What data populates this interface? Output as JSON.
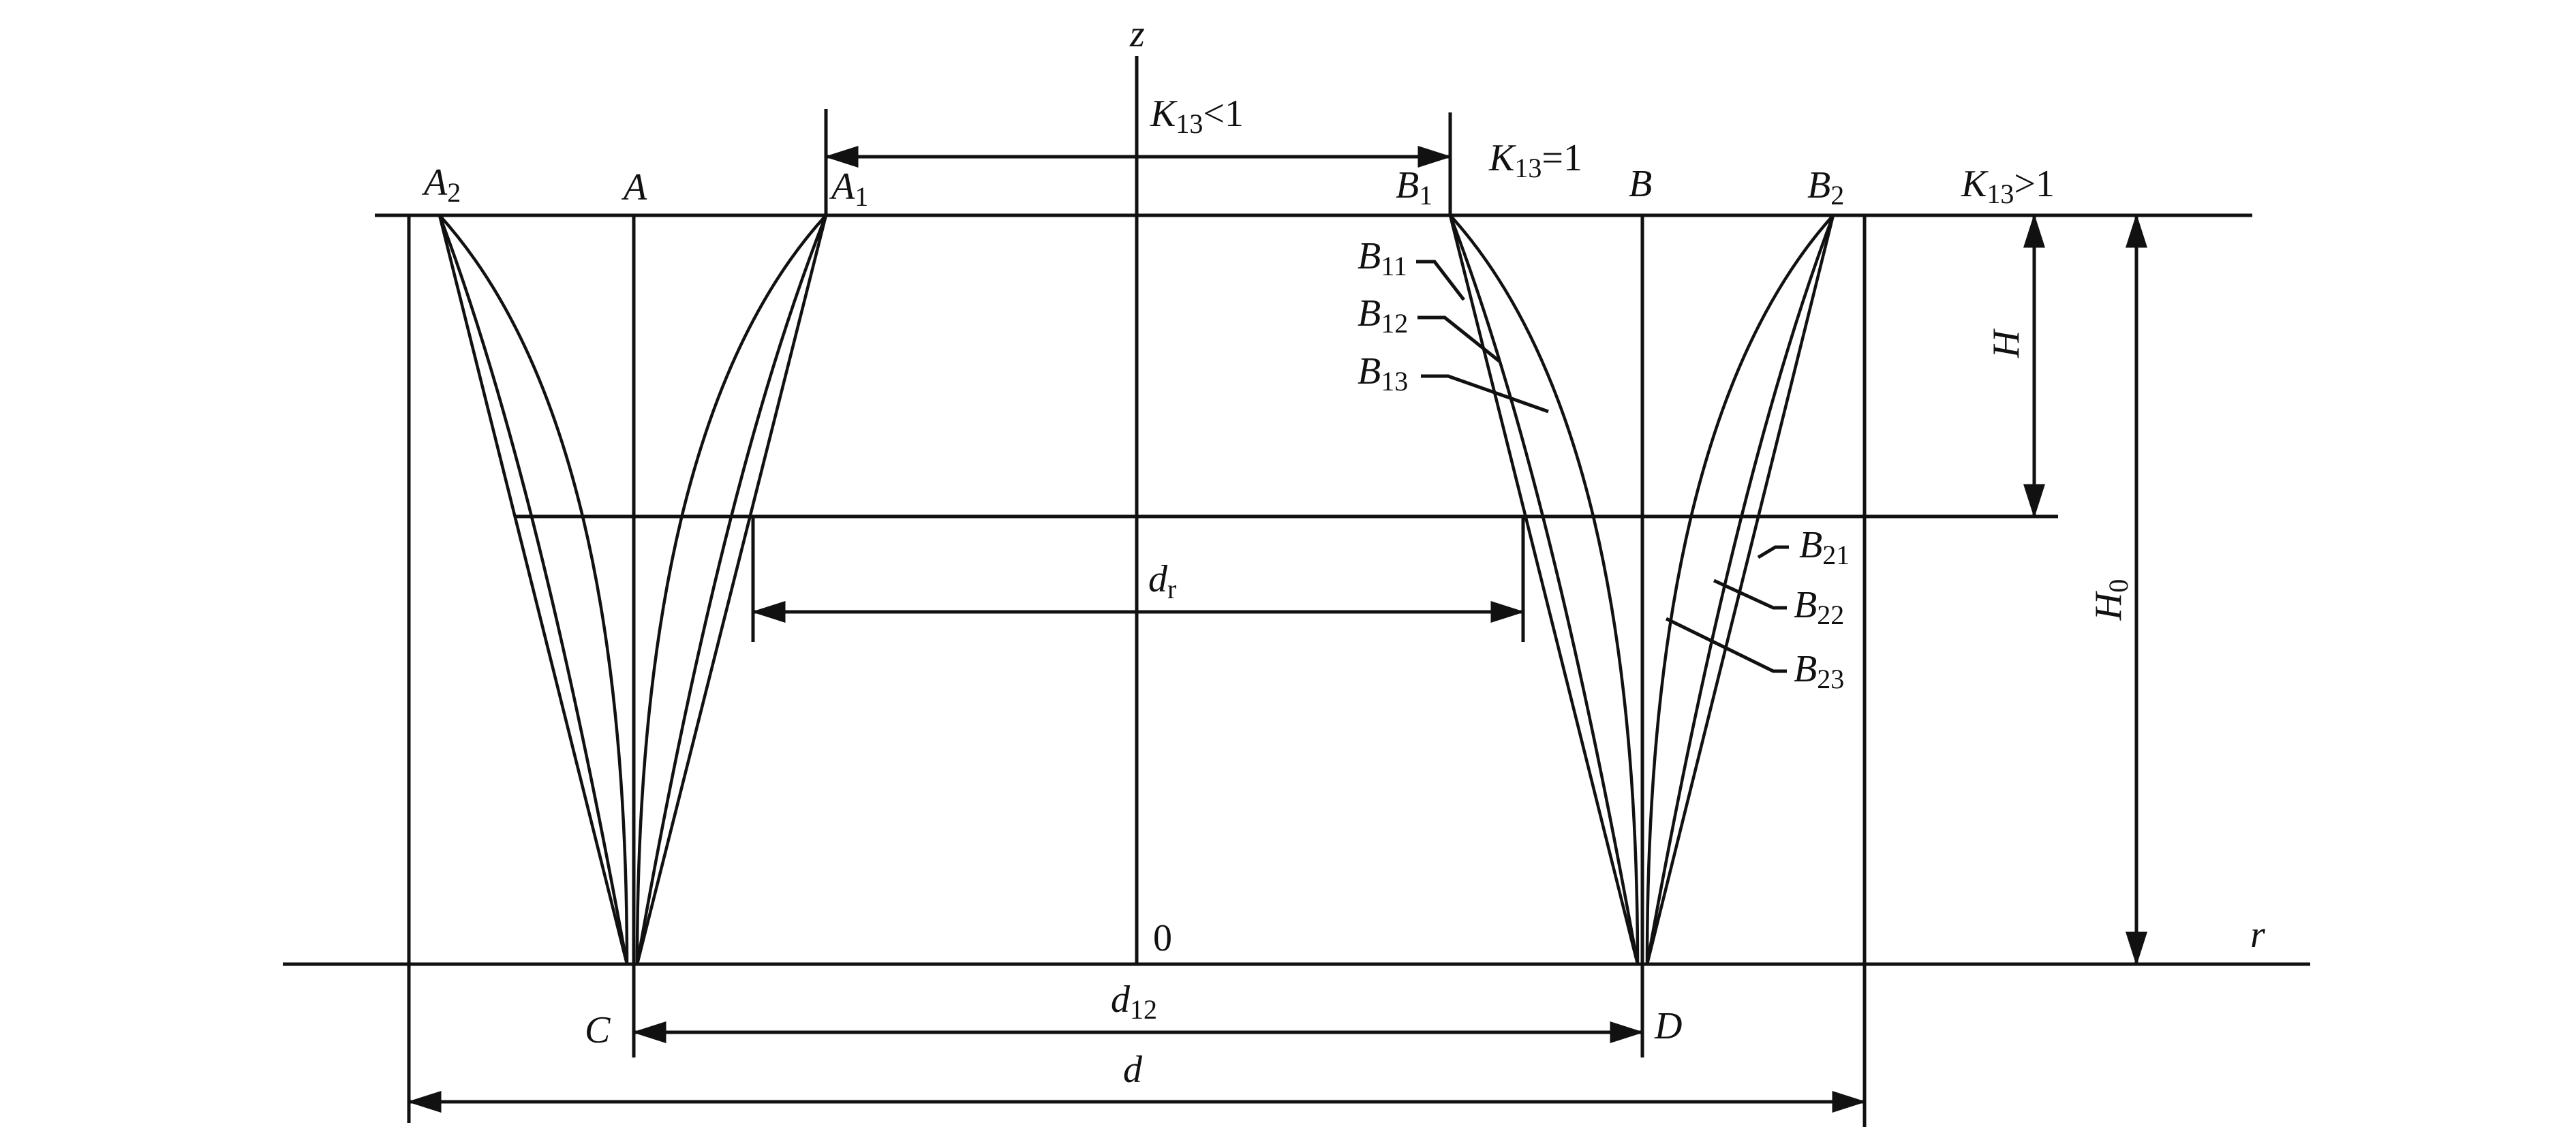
{
  "diagram": {
    "axis_z": "z",
    "axis_r": "r",
    "origin": "0",
    "points": {
      "A2": {
        "base": "A",
        "sub": "2"
      },
      "A": {
        "base": "A"
      },
      "A1": {
        "base": "A",
        "sub": "1"
      },
      "B1": {
        "base": "B",
        "sub": "1"
      },
      "B": {
        "base": "B"
      },
      "B2": {
        "base": "B",
        "sub": "2"
      },
      "C": {
        "base": "C"
      },
      "D": {
        "base": "D"
      }
    },
    "conditions": {
      "lt": {
        "base": "K",
        "sub": "13",
        "rel": "<1"
      },
      "eq": {
        "base": "K",
        "sub": "13",
        "rel": "=1"
      },
      "gt": {
        "base": "K",
        "sub": "13",
        "rel": ">1"
      }
    },
    "curves": {
      "B11": {
        "base": "B",
        "sub": "11"
      },
      "B12": {
        "base": "B",
        "sub": "12"
      },
      "B13": {
        "base": "B",
        "sub": "13"
      },
      "B21": {
        "base": "B",
        "sub": "21"
      },
      "B22": {
        "base": "B",
        "sub": "22"
      },
      "B23": {
        "base": "B",
        "sub": "23"
      }
    },
    "dimensions": {
      "H": {
        "base": "H"
      },
      "H0": {
        "base": "H",
        "sub": "0"
      },
      "dr": {
        "base": "d",
        "sub": "r"
      },
      "d12": {
        "base": "d",
        "sub": "12"
      },
      "d": {
        "base": "d"
      }
    }
  },
  "colors": {
    "ink": "#111111",
    "background": "#ffffff"
  }
}
